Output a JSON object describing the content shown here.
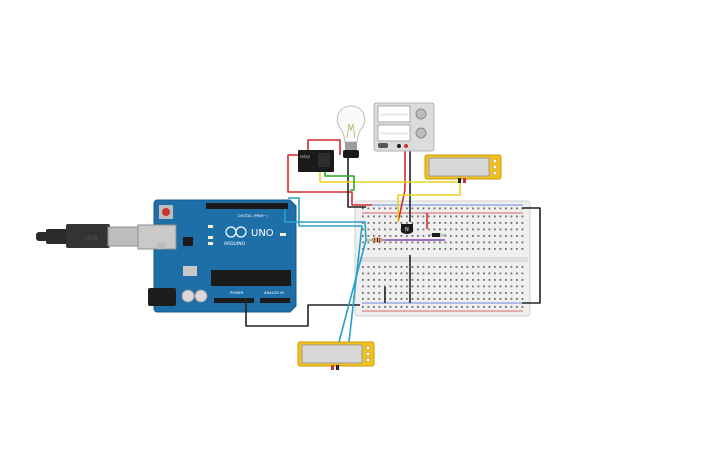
{
  "board": {
    "logo_text": "UNO",
    "brand_text": "ARDUINO",
    "digital_label": "DIGITAL (PWM~)",
    "power_label": "POWER",
    "analog_label": "ANALOG IN",
    "usb_label": "USB"
  },
  "relay": {
    "label": "relay"
  },
  "transistor": {
    "label": "N"
  },
  "colors": {
    "board": "#1e6fa8",
    "wire_red": "#d42a2a",
    "wire_black": "#222222",
    "wire_yellow": "#e8d21e",
    "wire_green": "#2aa62a",
    "wire_blue": "#29a0c8",
    "multimeter": "#f2c11d",
    "breadboard": "#efefef",
    "power_supply": "#dcdcdc"
  },
  "icons": {
    "bulb": "light-bulb-icon",
    "usb": "usb-cable-icon",
    "power_jack": "dc-jack-icon"
  }
}
